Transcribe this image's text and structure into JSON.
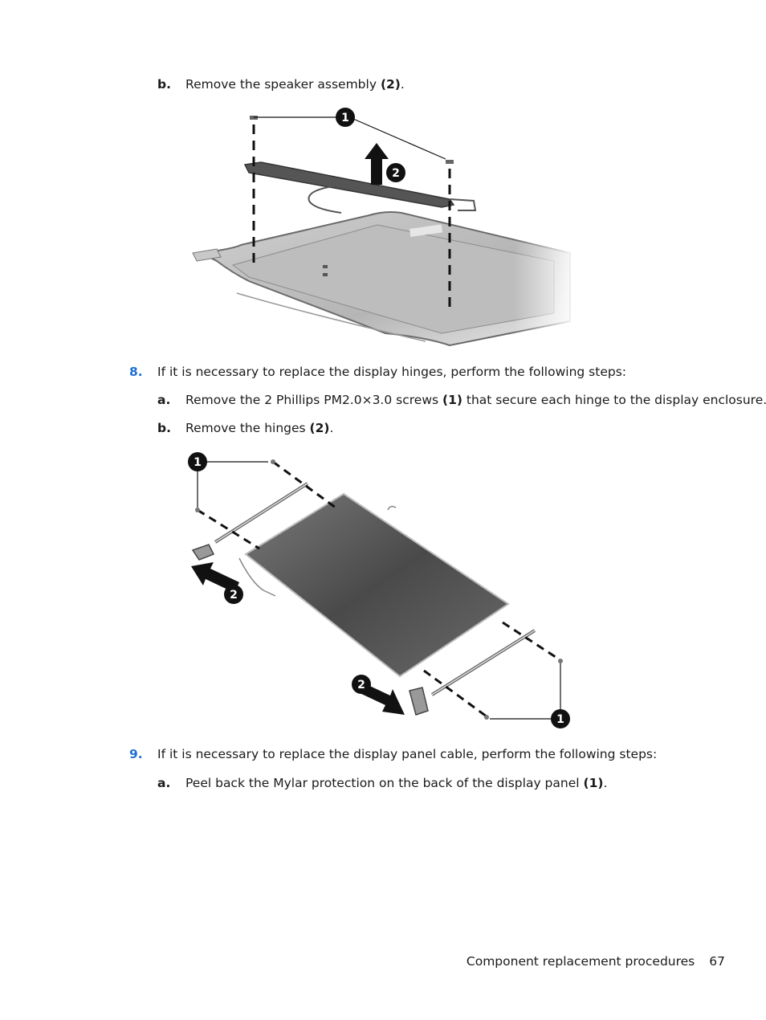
{
  "step_7b": {
    "marker": "b.",
    "text": "Remove the speaker assembly ",
    "ref": "(2)",
    "end": "."
  },
  "figure1": {
    "callout1": "1",
    "callout2": "2"
  },
  "step_8": {
    "number": "8.",
    "text": "If it is necessary to replace the display hinges, perform the following steps:",
    "a": {
      "marker": "a.",
      "text": "Remove the 2 Phillips PM2.0×3.0 screws ",
      "ref": "(1)",
      "end": " that secure each hinge to the display enclosure."
    },
    "b": {
      "marker": "b.",
      "text": "Remove the hinges ",
      "ref": "(2)",
      "end": "."
    }
  },
  "figure2": {
    "callout1": "1",
    "callout2": "2"
  },
  "step_9": {
    "number": "9.",
    "text": "If it is necessary to replace the display panel cable, perform the following steps:",
    "a": {
      "marker": "a.",
      "text": "Peel back the Mylar protection on the back of the display panel ",
      "ref": "(1)",
      "end": "."
    }
  },
  "footer": {
    "section": "Component replacement procedures",
    "page_number": "67"
  },
  "colors": {
    "step_number": "#1f6fd6",
    "text": "#1a1a1a"
  }
}
